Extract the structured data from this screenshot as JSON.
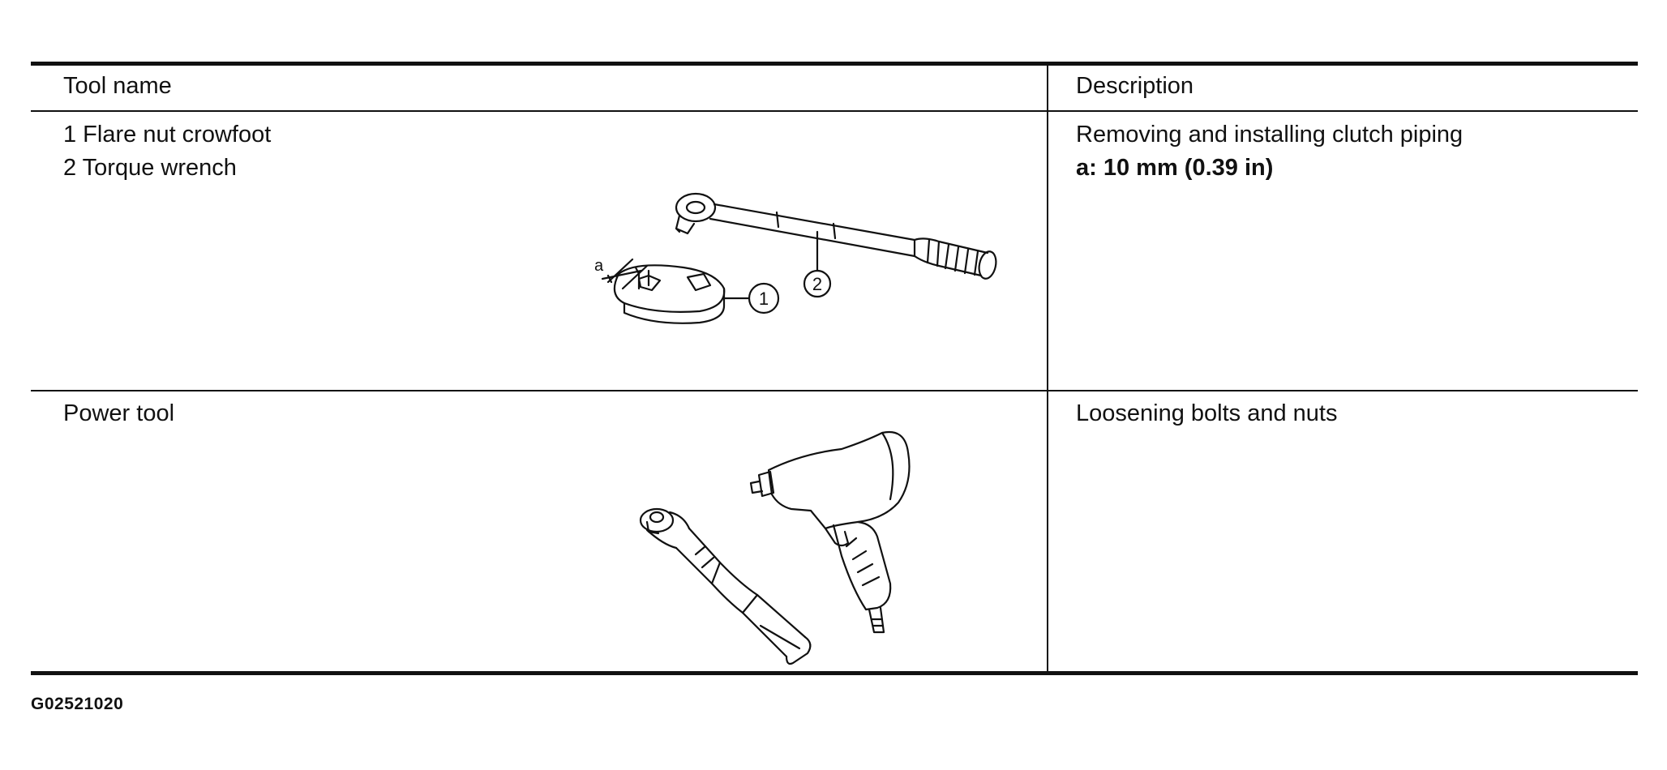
{
  "table": {
    "headers": {
      "tool_name": "Tool name",
      "description": "Description"
    },
    "rows": [
      {
        "tool_names": [
          "1 Flare nut crowfoot",
          "2 Torque wrench"
        ],
        "description": "Removing and installing clutch piping",
        "spec": "a: 10 mm (0.39 in)",
        "figure_labels": {
          "dimension": "a",
          "callout_1": "1",
          "callout_2": "2"
        }
      },
      {
        "tool_names": [
          "Power tool"
        ],
        "description": "Loosening bolts and nuts"
      }
    ]
  },
  "footer": {
    "figure_id": "G02521020"
  }
}
